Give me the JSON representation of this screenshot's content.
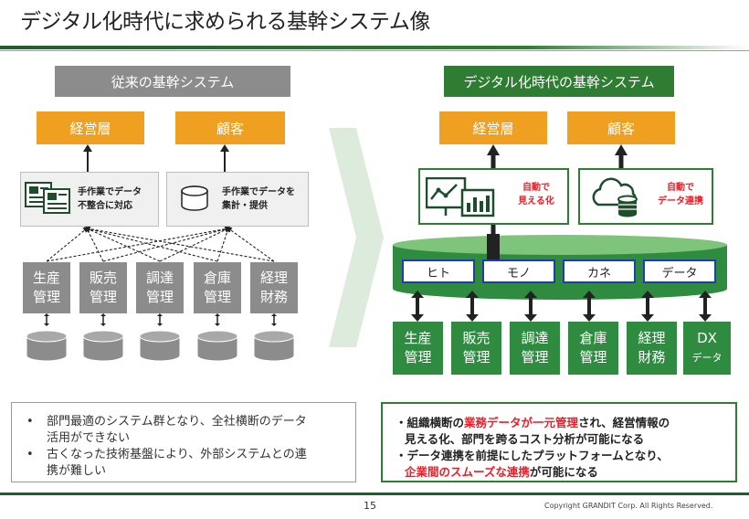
{
  "title": "デジタル化時代に求められる基幹システム像",
  "left": {
    "header": "従来の基幹システム",
    "top_boxes": [
      "経営層",
      "顧客"
    ],
    "process_box_1": [
      "手作業でデータ",
      "不整合に対応"
    ],
    "process_box_2": [
      "手作業でデータを",
      "集計・提供"
    ],
    "systems": [
      {
        "l1": "生産",
        "l2": "管理"
      },
      {
        "l1": "販売",
        "l2": "管理"
      },
      {
        "l1": "調達",
        "l2": "管理"
      },
      {
        "l1": "倉庫",
        "l2": "管理"
      },
      {
        "l1": "経理",
        "l2": "財務"
      }
    ]
  },
  "right": {
    "header": "デジタル化時代の基幹システム",
    "top_boxes": [
      "経営層",
      "顧客"
    ],
    "auto1": [
      "自動で",
      "見える化"
    ],
    "auto2": [
      "自動で",
      "データ連携"
    ],
    "data_tiles": [
      "ヒト",
      "モノ",
      "カネ",
      "データ"
    ],
    "systems": [
      {
        "l1": "生産",
        "l2": "管理"
      },
      {
        "l1": "販売",
        "l2": "管理"
      },
      {
        "l1": "調達",
        "l2": "管理"
      },
      {
        "l1": "倉庫",
        "l2": "管理"
      },
      {
        "l1": "経理",
        "l2": "財務"
      },
      {
        "l1": "DX",
        "l2": "データ"
      }
    ]
  },
  "note_left": [
    "部門最適のシステム群となり、全社横断のデータ",
    "活用ができない",
    "古くなった技術基盤により、外部システムとの連",
    "携が難しい"
  ],
  "note_right": {
    "l1a": "・組織横断の",
    "l1b": "業務データが一元管理",
    "l1c": "され、経営情報の",
    "l2": "見える化、部門を跨るコスト分析が可能になる",
    "l3": "・データ連携を前提にしたプラットフォームとなり、",
    "l4a": "企業間のスムーズな連携",
    "l4b": "が可能になる"
  },
  "page_number": "15",
  "copyright": "Copyright GRANDIT Corp. All Rights Reserved.",
  "colors": {
    "green": "#2e7d32",
    "orange": "#f0a020",
    "grey": "#8c8c8c",
    "red": "#e8202a",
    "blue": "#1f3fa8"
  }
}
